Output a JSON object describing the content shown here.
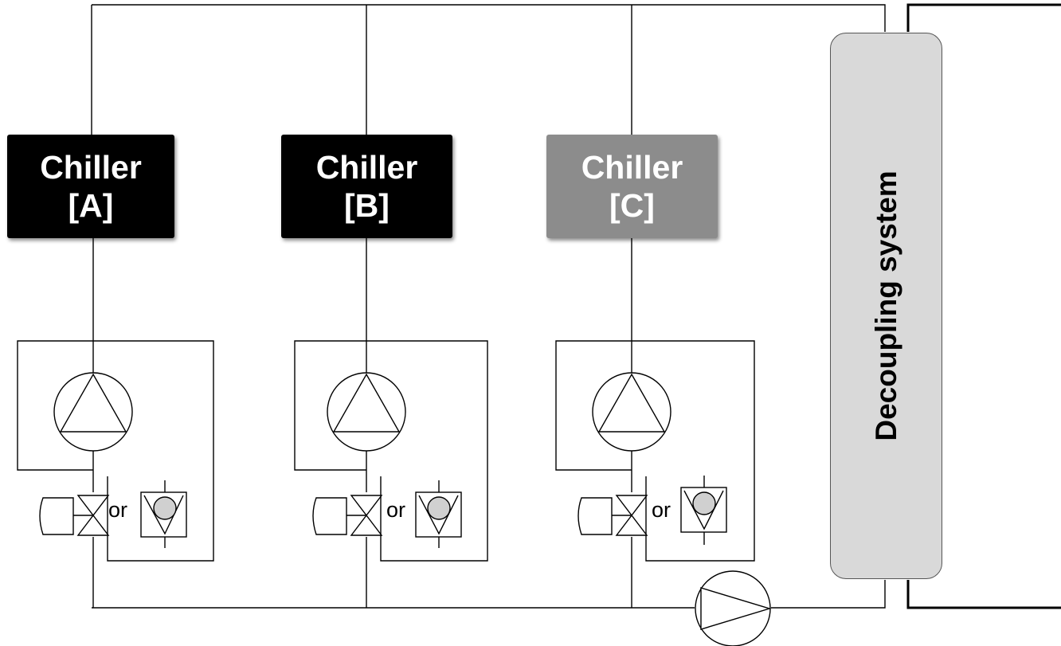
{
  "chillers": [
    {
      "name": "Chiller",
      "id": "[A]",
      "state": "active",
      "color": "#000000"
    },
    {
      "name": "Chiller",
      "id": "[B]",
      "state": "active",
      "color": "#000000"
    },
    {
      "name": "Chiller",
      "id": "[C]",
      "state": "inactive",
      "color": "#8c8c8c"
    }
  ],
  "or_labels": [
    "or",
    "or",
    "or"
  ],
  "decoupling": {
    "label": "Decoupling system",
    "fill": "#d9d9d9"
  },
  "symbols": [
    "pump-icon",
    "motorized-valve-icon",
    "check-valve-icon"
  ]
}
